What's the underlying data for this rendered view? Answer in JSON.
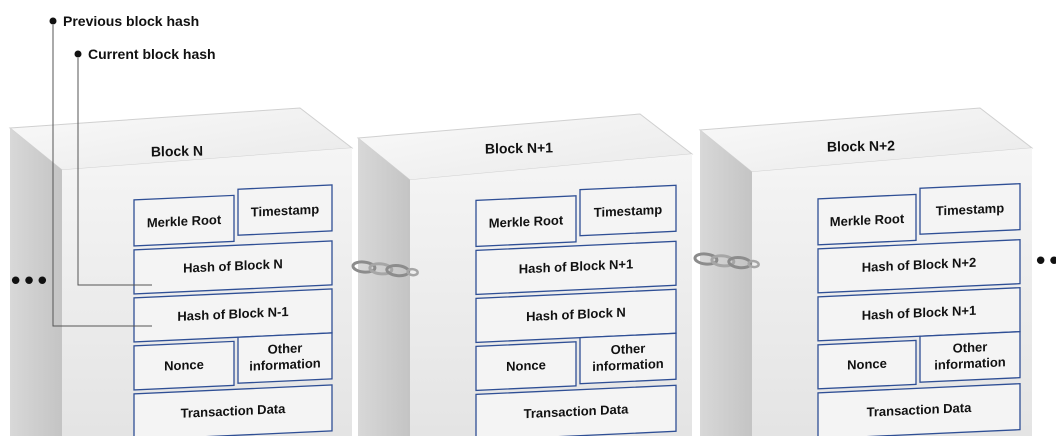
{
  "legend": {
    "previous": "Previous block hash",
    "current": "Current block hash"
  },
  "ellipsis_left": "•••",
  "ellipsis_right": "••",
  "blocks": [
    {
      "title": "Block N",
      "merkle": "Merkle Root",
      "timestamp": "Timestamp",
      "current_hash": "Hash of Block N",
      "previous_hash": "Hash of Block N-1",
      "nonce": "Nonce",
      "other_line1": "Other",
      "other_line2": "information",
      "transactions": "Transaction Data"
    },
    {
      "title": "Block N+1",
      "merkle": "Merkle Root",
      "timestamp": "Timestamp",
      "current_hash": "Hash of Block N+1",
      "previous_hash": "Hash of Block N",
      "nonce": "Nonce",
      "other_line1": "Other",
      "other_line2": "information",
      "transactions": "Transaction Data"
    },
    {
      "title": "Block N+2",
      "merkle": "Merkle Root",
      "timestamp": "Timestamp",
      "current_hash": "Hash of Block N+2",
      "previous_hash": "Hash of Block N+1",
      "nonce": "Nonce",
      "other_line1": "Other",
      "other_line2": "information",
      "transactions": "Transaction Data"
    }
  ],
  "colors": {
    "cell_border": "#2f4f95",
    "cube_front": "#e9e9e9",
    "cube_top": "#f3f3f3",
    "cube_side": "#cfcfcf",
    "chain": "#9a9a9a"
  }
}
